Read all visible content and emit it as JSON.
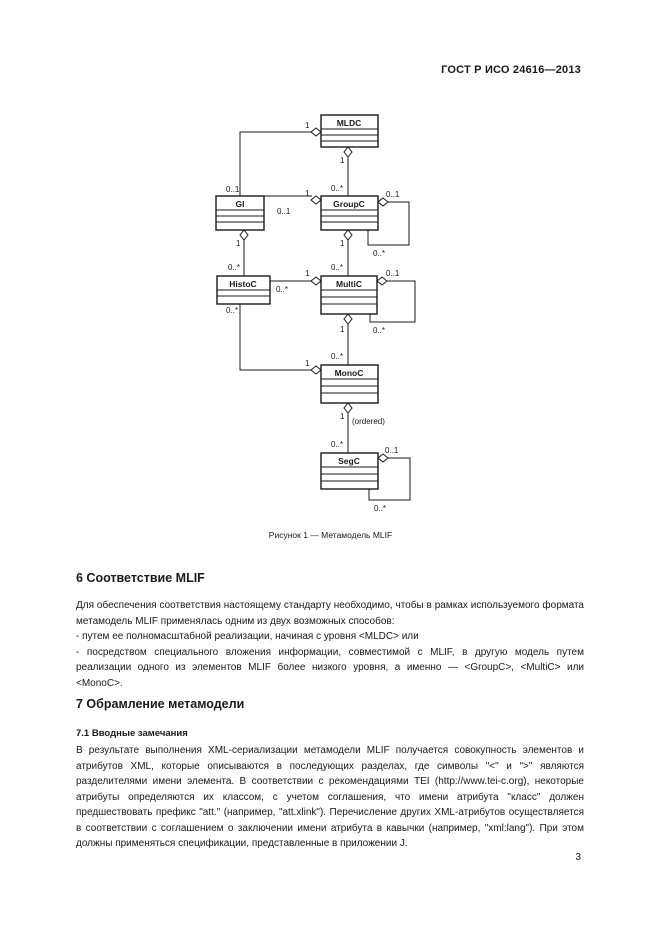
{
  "header": {
    "doc_id": "ГОСТ Р ИСО 24616—2013"
  },
  "figure": {
    "classes": [
      "MLDC",
      "GI",
      "GroupC",
      "HistoC",
      "MultiC",
      "MonoC",
      "SegC"
    ],
    "multiplicities": {
      "mldc_gi_1": "1",
      "gi_top": "0..1",
      "gi_groupc_one": "1",
      "gi_groupc_zero": "0..1",
      "mldc_groupc_one": "1",
      "groupc_top": "0..*",
      "groupc_self_one": "0..1",
      "groupc_self_many": "0..*",
      "gi_bottom_one": "1",
      "histoc_top": "0..*",
      "histoc_multic_one": "1",
      "histoc_multic_many": "0..*",
      "groupc_bottom_one": "1",
      "multic_top": "0..*",
      "multic_self_one": "0..1",
      "multic_self_many": "0..*",
      "histoc_bottom": "0..*",
      "histoc_monoc_one": "1",
      "multic_bottom_one": "1",
      "monoc_top": "0..*",
      "monoc_bottom_one": "1",
      "ordered": "(ordered)",
      "segc_top": "0..*",
      "segc_self_one": "0..1",
      "segc_self_many": "0..*"
    },
    "caption": "Рисунок 1 — Метамодель MLIF"
  },
  "section6": {
    "heading": "6 Соответствие MLIF",
    "intro": "Для обеспечения соответствия настоящему стандарту необходимо, чтобы в рамках используемого формата метамодель MLIF применялась одним из двух возможных способов:",
    "item1": "- путем ее полномасштабной реализации, начиная с уровня <MLDC> или",
    "item2": "- посредством специального вложения информации, совместимой с MLIF, в другую модель путем реализации одного из элементов MLIF более низкого уровня, а именно — <GroupC>, <MultiC> или <MonoC>."
  },
  "section7": {
    "heading": "7 Обрамление метамодели",
    "sub_heading": "7.1 Вводные замечания",
    "paragraph": "В результате выполнения XML-сериализации метамодели MLIF получается совокупность элементов и атрибутов XML, которые описываются в последующих разделах, где символы \"<\" и \">\" являются разделителями имени элемента. В соответствии с рекомендациями TEI (http://www.tei-c.org), некоторые атрибуты определяются их классом, с учетом соглашения, что имени атрибута \"класс\" должен предшествовать префикс \"att.\" (например, \"att.xlink\"). Перечисление других XML-атрибутов осуществляется в соответствии с соглашением о заключении имени атрибута в кавычки (например, \"xml:lang\"). При этом должны применяться спецификации, представленные в приложении J."
  },
  "footer": {
    "page_number": "3"
  }
}
